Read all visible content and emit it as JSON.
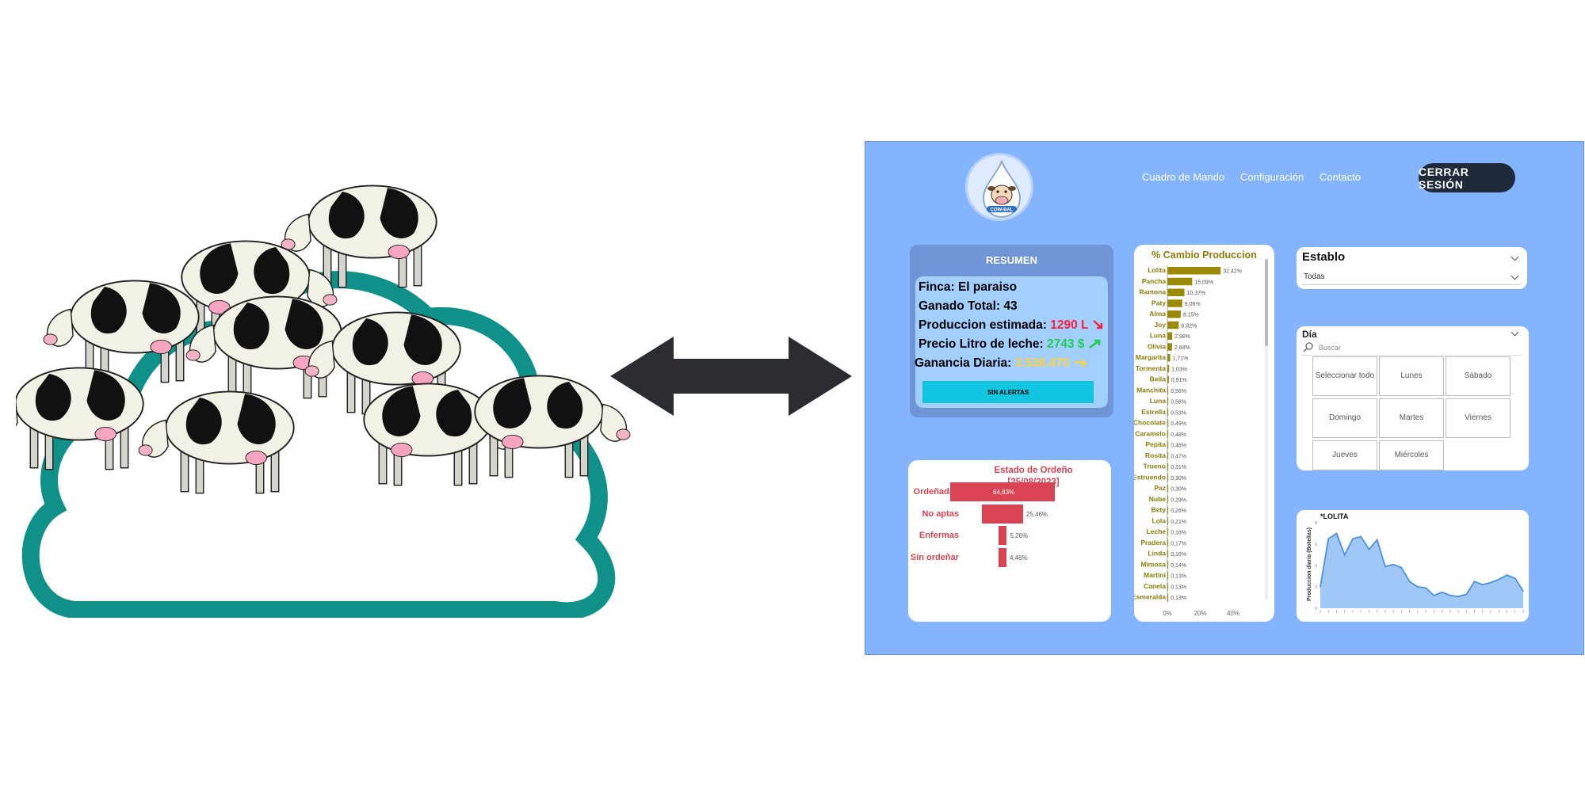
{
  "dashboard": {
    "logo_text": "COW-BAL",
    "nav": [
      "Cuadro de Mando",
      "Configuración",
      "Contacto"
    ],
    "logout_label": "CERRAR SESIÓN",
    "resumen": {
      "title": "RESUMEN",
      "finca_label": "Finca:",
      "finca_value": "El paraiso",
      "ganado_label": "Ganado Total:",
      "ganado_value": "43",
      "produccion_label": "Produccion estimada:",
      "produccion_value": "1290 L",
      "precio_label": "Precio Litro de leche:",
      "precio_value": "2743 $",
      "ganancia_label": "Ganancia Diaria:",
      "ganancia_value": "3.538.470",
      "alerts_label": "SIN ALERTAS",
      "colors": {
        "down": "#ff1f3a",
        "up": "#1fcd52",
        "neutral": "#ffd23a"
      }
    },
    "ordeno": {
      "title_line1": "Estado de Ordeño",
      "title_line2": "[25/08/2023]",
      "rows": [
        {
          "label": "Ordeñadas",
          "pct": "64,83%",
          "value": 64.83
        },
        {
          "label": "No aptas",
          "pct": "25,46%",
          "value": 25.46
        },
        {
          "label": "Enfermas",
          "pct": "5,26%",
          "value": 5.26
        },
        {
          "label": "Sin ordeñar",
          "pct": "4,46%",
          "value": 4.46
        }
      ]
    },
    "establo": {
      "title": "Establo",
      "selected": "Todas"
    },
    "dia": {
      "title": "Día",
      "search_placeholder": "Buscar",
      "options": [
        "Seleccionar todo",
        "Lunes",
        "Sábado",
        "Domingo",
        "Martes",
        "Viernes",
        "Jueves",
        "Miércoles"
      ]
    },
    "lolita": {
      "title": "*LOLITA",
      "ylabel": "Produccion diaria (Botellas)"
    }
  },
  "chart_data": [
    {
      "type": "bar",
      "orientation": "horizontal",
      "title": "% Cambio Produccion",
      "color": "#9c8a05",
      "categories": [
        "Lolita",
        "Pancha",
        "Ramona",
        "Paty",
        "Alma",
        "Joy",
        "Luna",
        "Olivia",
        "Margarita",
        "Tormenta",
        "Bella",
        "Manchita",
        "Luna",
        "Estrella",
        "Chocolate",
        "Caramelo",
        "Pepita",
        "Rosita",
        "Trueno",
        "Estruendo",
        "Paz",
        "Nube",
        "Bety",
        "Lola",
        "Leche",
        "Pradera",
        "Linda",
        "Mimosa",
        "Martini",
        "Canela",
        "Esmeralda"
      ],
      "values": [
        32.42,
        15.09,
        10.37,
        9.06,
        8.15,
        6.92,
        2.98,
        2.84,
        1.71,
        1.03,
        0.91,
        0.56,
        0.56,
        0.53,
        0.49,
        0.48,
        0.48,
        0.47,
        0.31,
        0.3,
        0.3,
        0.29,
        0.26,
        0.21,
        0.18,
        0.17,
        0.16,
        0.14,
        0.13,
        0.13,
        0.13
      ],
      "labels": [
        "32,42%",
        "15,09%",
        "10,37%",
        "9,06%",
        "8,15%",
        "6,92%",
        "2,98%",
        "2,84%",
        "1,71%",
        "1,03%",
        "0,91%",
        "0,56%",
        "0,56%",
        "0,53%",
        "0,49%",
        "0,48%",
        "0,48%",
        "0,47%",
        "0,31%",
        "0,30%",
        "0,30%",
        "0,29%",
        "0,26%",
        "0,21%",
        "0,18%",
        "0,17%",
        "0,16%",
        "0,14%",
        "0,13%",
        "0,13%",
        "0,13%"
      ],
      "xticks": [
        "0%",
        "20%",
        "40%"
      ],
      "xlim": [
        0,
        40
      ]
    },
    {
      "type": "area",
      "title": "*LOLITA",
      "ylabel": "Produccion diaria (Botellas)",
      "color": "#4a8fe0",
      "fill": "#9fc8f7",
      "ylim": [
        0,
        8
      ],
      "yticks": [
        "0",
        "2",
        "4",
        "6",
        "8"
      ],
      "values": [
        2.0,
        6.5,
        7.0,
        5.0,
        6.5,
        6.7,
        5.5,
        6.4,
        3.9,
        4.1,
        3.8,
        2.5,
        2.0,
        1.9,
        1.2,
        1.5,
        1.2,
        1.1,
        1.3,
        2.5,
        2.2,
        2.4,
        2.7,
        3.1,
        2.8,
        1.6
      ]
    }
  ]
}
